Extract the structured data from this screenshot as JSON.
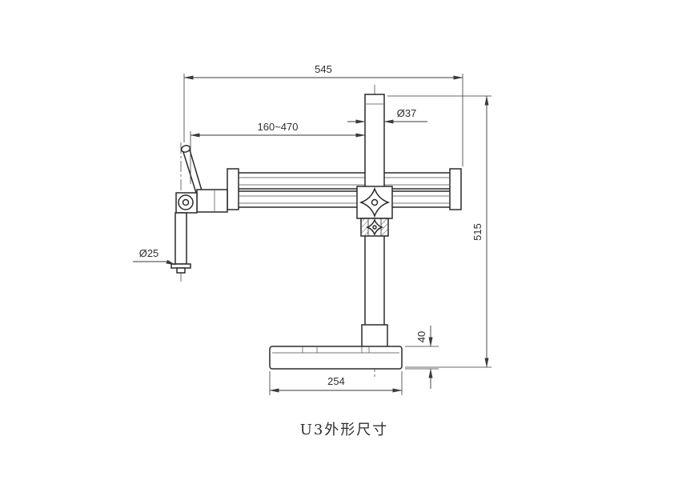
{
  "drawing": {
    "title": "U3外形尺寸",
    "type": "technical-dimension-drawing",
    "subject": "microscope boom stand outline dimensions",
    "dims": {
      "total_width": "545",
      "column_diameter": "Ø37",
      "reach_range": "160~470",
      "rod_diameter": "Ø25",
      "total_height": "515",
      "base_height": "40",
      "base_width": "254"
    },
    "colors": {
      "line": "#2a2a2a",
      "dimension_line": "#3a3a3a",
      "background": "#ffffff"
    }
  }
}
